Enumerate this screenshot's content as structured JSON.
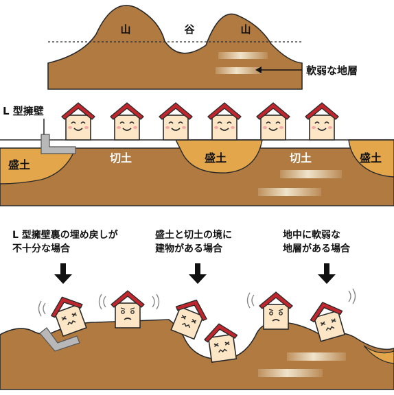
{
  "top": {
    "mountain_label_1": "山",
    "valley_label": "谷",
    "mountain_label_2": "山",
    "weak_layer_label": "軟弱な地層"
  },
  "middle": {
    "retaining_wall_label": "L 型擁壁",
    "fill_label_left": "盛土",
    "cut_label_1": "切土",
    "fill_label_mid": "盛土",
    "cut_label_2": "切土",
    "fill_label_right": "盛土"
  },
  "bottom": {
    "case_1_line_1": "L 型擁壁裏の埋め戻しが",
    "case_1_line_2": "不十分な場合",
    "case_2_line_1": "盛土と切土の境に",
    "case_2_line_2": "建物がある場合",
    "case_3_line_1": "地中に軟弱な",
    "case_3_line_2": "地層がある場合"
  },
  "colors": {
    "soil": "#b07a40",
    "fill_soil": "#e4a64a",
    "outline": "#2a2a2a",
    "roof": "#c0262d",
    "house_wall": "#fce6c6",
    "weak_layer": "#e8d9b8",
    "wall_gray": "#b8b8b8"
  }
}
